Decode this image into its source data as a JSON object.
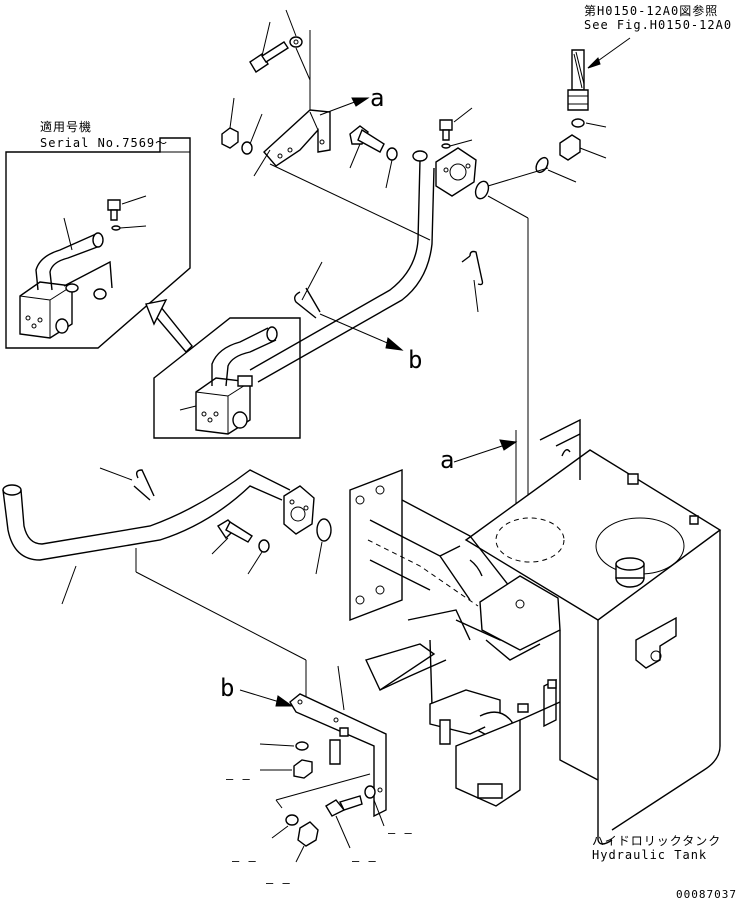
{
  "reference": {
    "line1": "第H0150-12A0図参照",
    "line2": "See Fig.H0150-12A0"
  },
  "inset": {
    "title_jp": "適用号機",
    "serial": "Serial No.7569～"
  },
  "view_labels": {
    "a_top": "a",
    "b_top": "b",
    "a_right": "a",
    "b_left": "b"
  },
  "tank_label": {
    "jp": "ハイドロリックタンク",
    "en": "Hydraulic Tank"
  },
  "drawing_number": "00087037",
  "dashes": {
    "d1": "– –",
    "d2": "– –",
    "d3": "– –",
    "d4": "– –",
    "d5": "– –"
  }
}
